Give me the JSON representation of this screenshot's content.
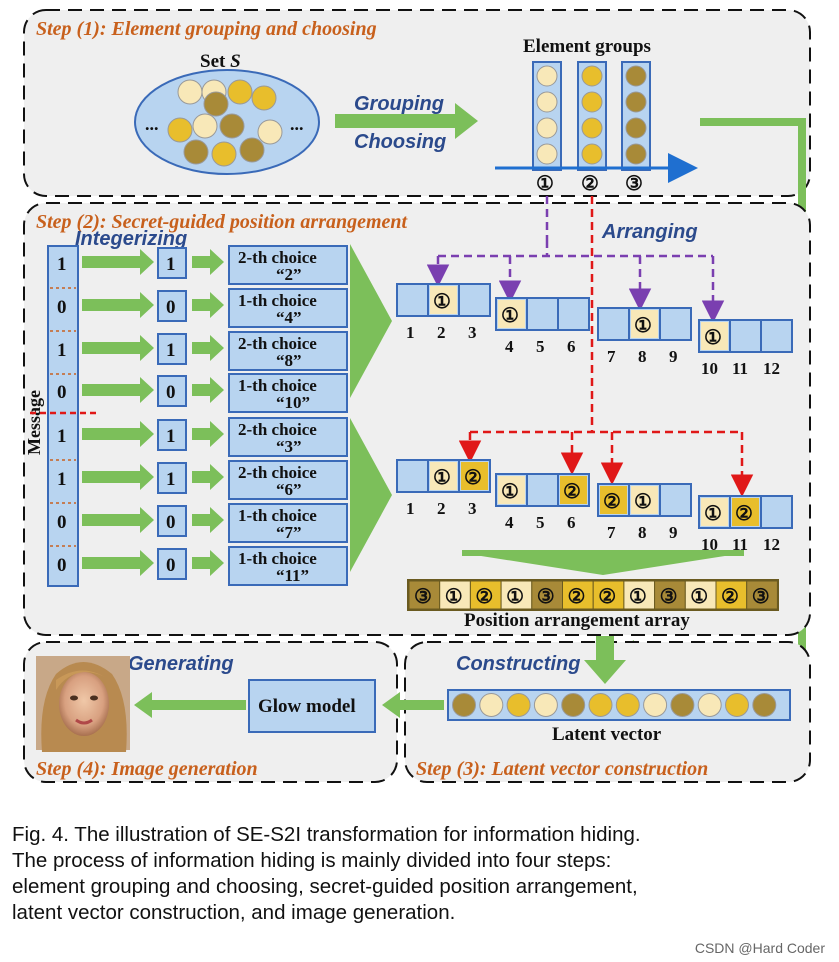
{
  "steps": {
    "step1": "Step (1): Element grouping and choosing",
    "step2": "Step (2): Secret-guided position arrangement",
    "step3": "Step (3):  Latent vector construction",
    "step4": "Step (4): Image generation"
  },
  "set": {
    "label": "Set ",
    "symbol": "S",
    "dots": "..."
  },
  "arrows": {
    "grouping": "Grouping",
    "choosing": "Choosing",
    "arranging": "Arranging",
    "integerizing": "Integerizing",
    "constructing": "Constructing",
    "generating": "Generating"
  },
  "element_groups": {
    "title": "Element groups",
    "labels": [
      "①",
      "②",
      "③"
    ]
  },
  "message": {
    "label": "Message",
    "bits": [
      "1",
      "0",
      "1",
      "0",
      "1",
      "1",
      "0",
      "0"
    ],
    "integers": [
      "1",
      "0",
      "1",
      "0",
      "1",
      "1",
      "0",
      "0"
    ],
    "choices": [
      {
        "line1": "2-th choice",
        "line2": "“2”"
      },
      {
        "line1": "1-th choice",
        "line2": "“4”"
      },
      {
        "line1": "2-th choice",
        "line2": "“8”"
      },
      {
        "line1": "1-th choice",
        "line2": "“10”"
      },
      {
        "line1": "2-th choice",
        "line2": "“3”"
      },
      {
        "line1": "2-th choice",
        "line2": "“6”"
      },
      {
        "line1": "1-th choice",
        "line2": "“7”"
      },
      {
        "line1": "1-th choice",
        "line2": "“11”"
      }
    ]
  },
  "arrangement": {
    "row1_cells": [
      [
        "",
        "①",
        ""
      ],
      [
        "①",
        "",
        ""
      ],
      [
        "",
        "①",
        ""
      ],
      [
        "①",
        "",
        ""
      ]
    ],
    "row2_cells": [
      [
        "",
        "①",
        "②"
      ],
      [
        "①",
        "",
        "②"
      ],
      [
        "②",
        "①",
        ""
      ],
      [
        "①",
        "②",
        ""
      ]
    ],
    "numbers": [
      [
        "1",
        "2",
        "3"
      ],
      [
        "4",
        "5",
        "6"
      ],
      [
        "7",
        "8",
        "9"
      ],
      [
        "10",
        "11",
        "12"
      ]
    ]
  },
  "position_array": {
    "cells": [
      "③",
      "①",
      "②",
      "①",
      "③",
      "②",
      "②",
      "①",
      "③",
      "①",
      "②",
      "③"
    ],
    "label": "Position arrangement array"
  },
  "latent": {
    "label": "Latent vector",
    "beads": [
      "dark",
      "light",
      "gold",
      "light",
      "dark",
      "gold",
      "gold",
      "light",
      "dark",
      "light",
      "gold",
      "dark"
    ]
  },
  "glow": {
    "label": "Glow model"
  },
  "colors": {
    "light": "#f8e8b8",
    "gold": "#e8be2c",
    "dark": "#a88a38",
    "box": "#b8d4f0",
    "boxStroke": "#3a6ab8",
    "arrowGreen": "#7cbf5a",
    "title": "#c8601c"
  },
  "caption": {
    "lines": [
      "Fig. 4. The illustration of SE-S2I transformation for information hiding.",
      "The process of information hiding is mainly divided into four steps:",
      "element grouping and choosing, secret-guided position arrangement,",
      "latent vector construction, and image generation."
    ]
  },
  "watermark": "CSDN @Hard Coder"
}
